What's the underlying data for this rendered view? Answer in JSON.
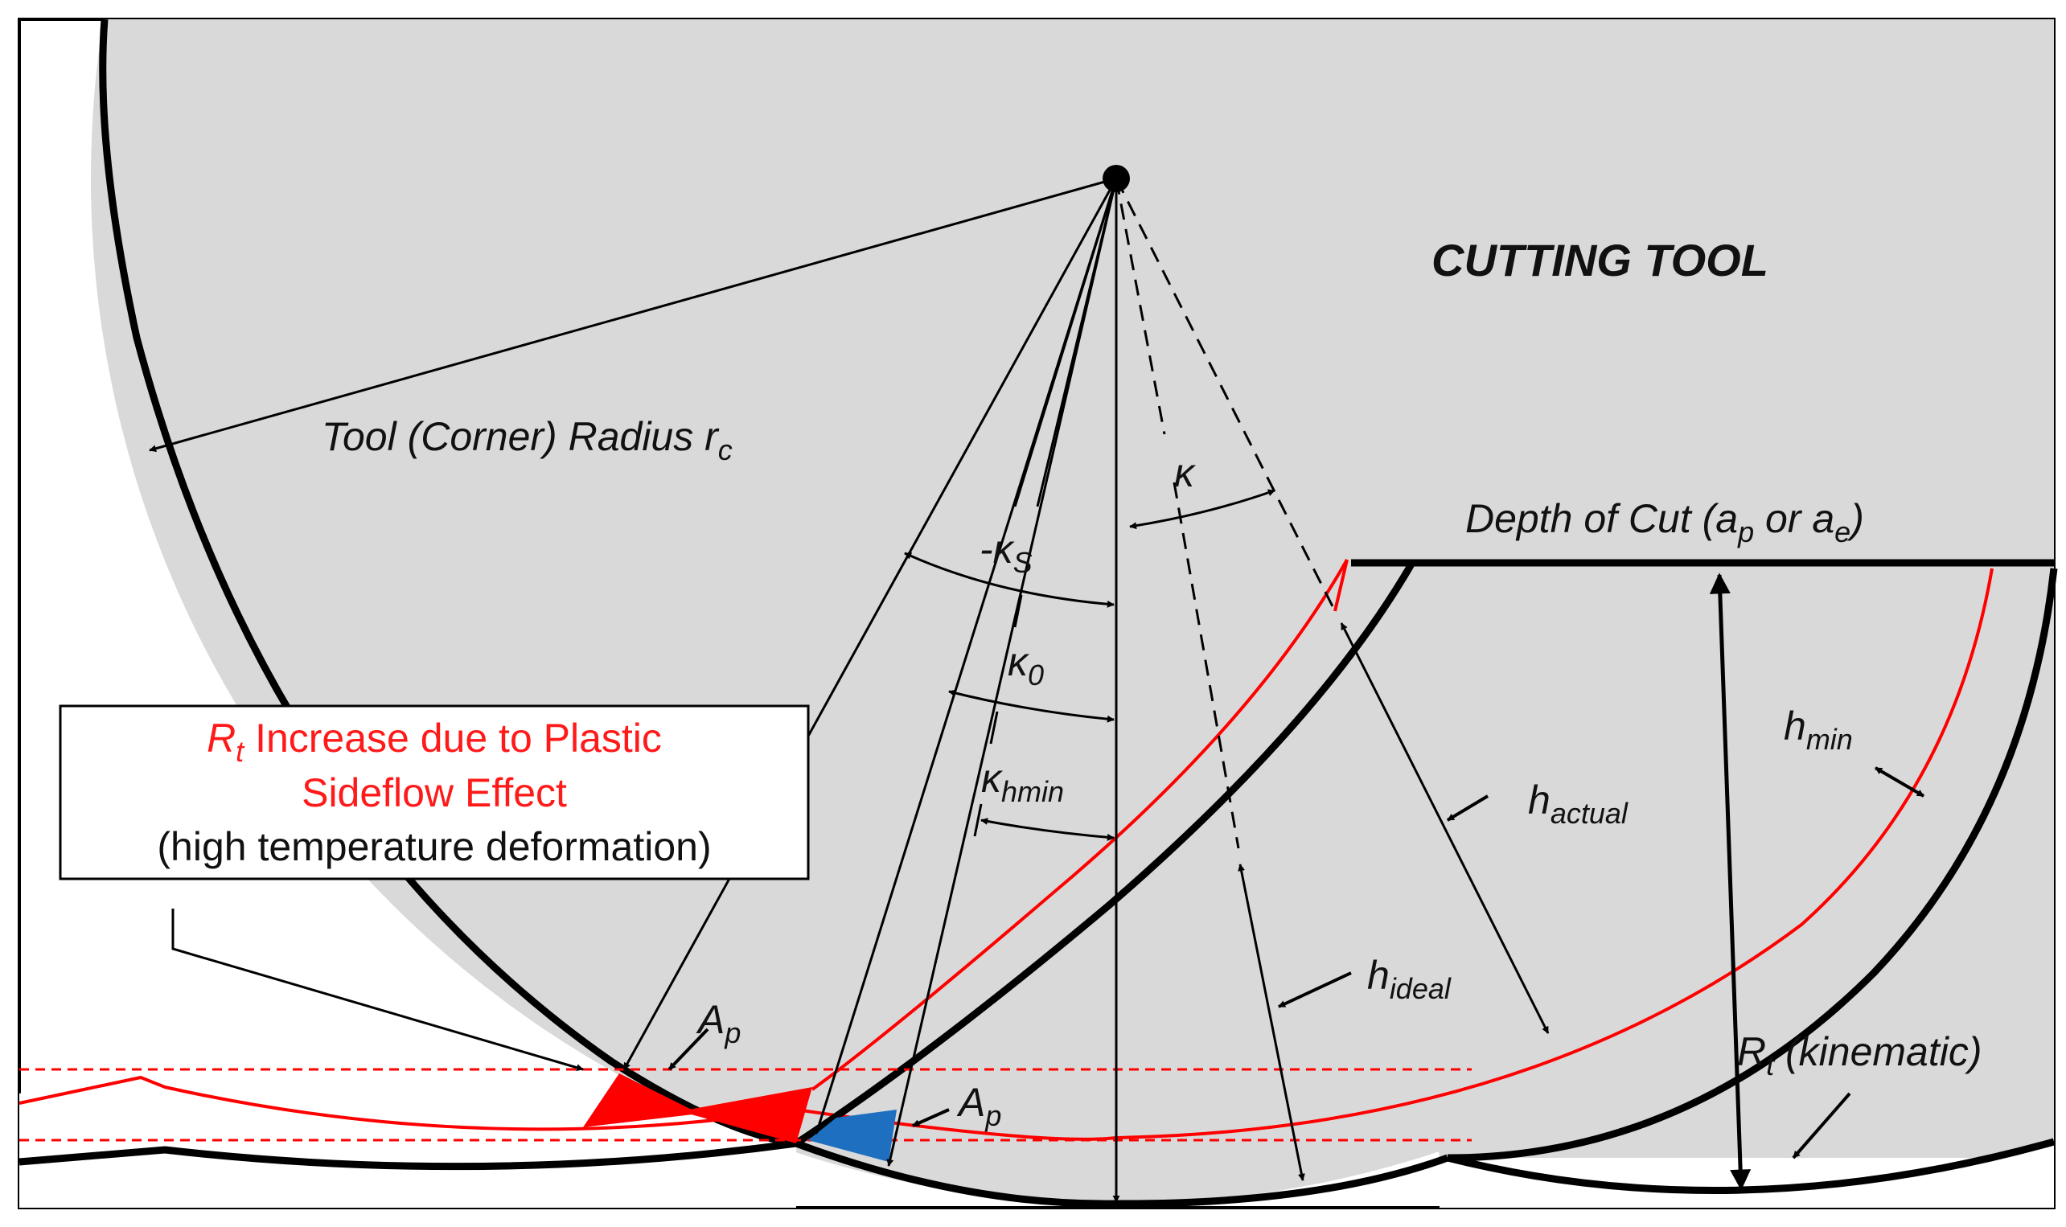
{
  "title": "CUTTING TOOL",
  "radius_label": "Tool (Corner) Radius r",
  "radius_sub": "c",
  "depth_label_pre": "Depth of Cut (a",
  "depth_sub1": "p",
  "depth_mid": " or a",
  "depth_sub2": "e",
  "depth_post": ")",
  "kappa": "κ",
  "kappa_s": "-κ",
  "kappa_s_sub": "S",
  "kappa_0": "κ",
  "kappa_0_sub": "0",
  "kappa_hmin": "κ",
  "kappa_hmin_sub": "hmin",
  "h_min": "h",
  "h_min_sub": "min",
  "h_actual": "h",
  "h_actual_sub": "actual",
  "h_ideal": "h",
  "h_ideal_sub": "ideal",
  "a_p": "A",
  "a_p_sub": "p",
  "rt_kin": "R",
  "rt_kin_sub": "t",
  "rt_kin_post": " (kinematic)",
  "box": {
    "line1_r": "R",
    "line1_sub": "t",
    "line1_rest": " Increase due to Plastic",
    "line2": "Sideflow Effect",
    "line3": "(high temperature deformation)"
  },
  "colors": {
    "tool_fill": "#d9d9d9",
    "red": "#ff0000",
    "blue": "#1f6fc0",
    "ink": "#000000"
  }
}
